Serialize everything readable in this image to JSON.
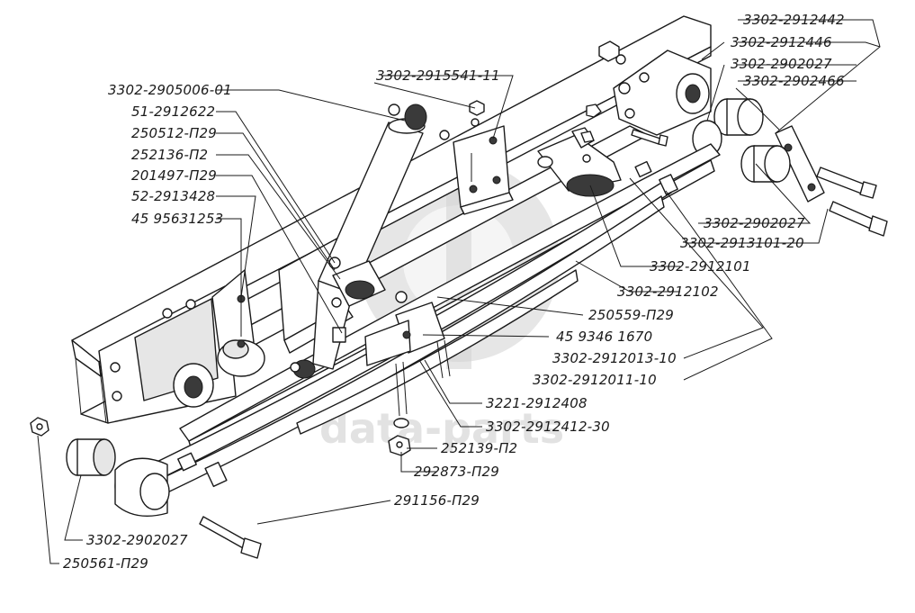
{
  "diagram": {
    "watermark": {
      "text": "data-parts"
    },
    "parts": [
      {
        "id": "p1",
        "number": "3302-2912442"
      },
      {
        "id": "p2",
        "number": "3302-2912446"
      },
      {
        "id": "p3",
        "number": "3302-2902027"
      },
      {
        "id": "p4",
        "number": "3302-2902466"
      },
      {
        "id": "p5",
        "number": "3302-2905006-01"
      },
      {
        "id": "p6",
        "number": "3302-2915541-11"
      },
      {
        "id": "p7",
        "number": "51-2912622"
      },
      {
        "id": "p8",
        "number": "250512-П29"
      },
      {
        "id": "p9",
        "number": "252136-П2"
      },
      {
        "id": "p10",
        "number": "201497-П29"
      },
      {
        "id": "p11",
        "number": "52-2913428"
      },
      {
        "id": "p12",
        "number": "45 95631253"
      },
      {
        "id": "p13",
        "number": "3302-2902027"
      },
      {
        "id": "p14",
        "number": "3302-2913101-20"
      },
      {
        "id": "p15",
        "number": "3302-2912101"
      },
      {
        "id": "p16",
        "number": "3302-2912102"
      },
      {
        "id": "p17",
        "number": "250559-П29"
      },
      {
        "id": "p18",
        "number": "45 9346 1670"
      },
      {
        "id": "p19",
        "number": "3302-2912013-10"
      },
      {
        "id": "p20",
        "number": "3302-2912011-10"
      },
      {
        "id": "p21",
        "number": "3221-2912408"
      },
      {
        "id": "p22",
        "number": "3302-2912412-30"
      },
      {
        "id": "p23",
        "number": "252139-П2"
      },
      {
        "id": "p24",
        "number": "292873-П29"
      },
      {
        "id": "p25",
        "number": "291156-П29"
      },
      {
        "id": "p26",
        "number": "3302-2902027"
      },
      {
        "id": "p27",
        "number": "250561-П29"
      }
    ]
  }
}
